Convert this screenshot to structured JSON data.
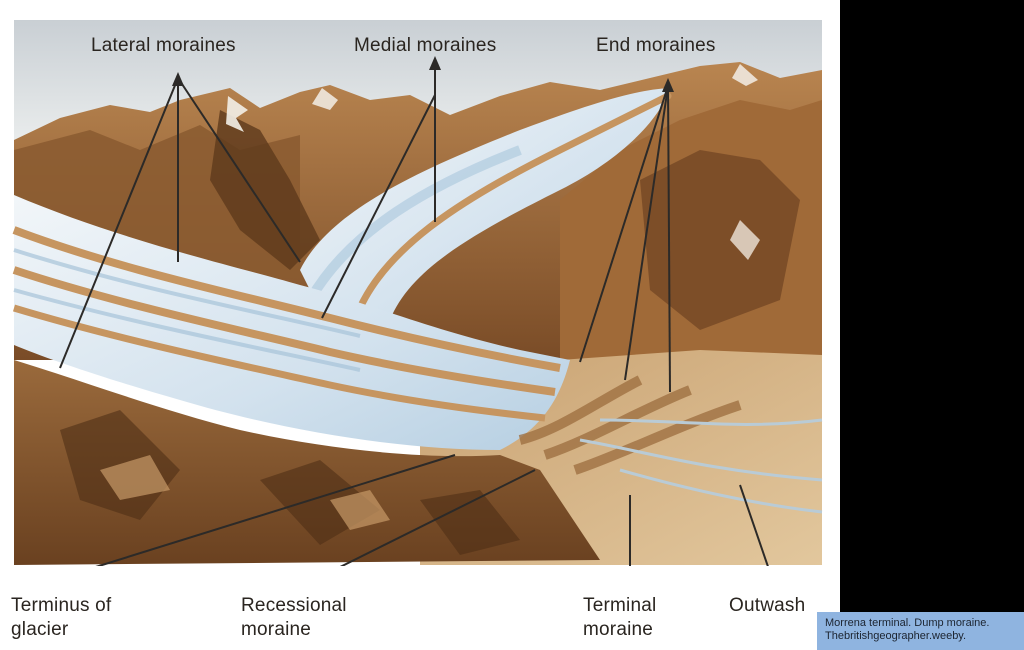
{
  "labels": {
    "lateral": "Lateral moraines",
    "medial": "Medial moraines",
    "end": "End moraines",
    "terminus_line1": "Terminus of",
    "terminus_line2": "glacier",
    "recessional_line1": "Recessional",
    "recessional_line2": "moraine",
    "terminal_line1": "Terminal",
    "terminal_line2": "moraine",
    "outwash": "Outwash"
  },
  "caption": {
    "line1": "Morrena terminal. Dump moraine.",
    "line2": "Thebritishgeographer.weeby."
  },
  "colors": {
    "sky": "#d9dde0",
    "mountain": "#a8703e",
    "mountain_dark": "#5e3a1c",
    "ice": "#e6eef4",
    "ice_shadow": "#a9c6dc",
    "moraine_band": "#c89a66",
    "plain": "#d8b98a",
    "caption_bg": "#8fb4e0"
  }
}
